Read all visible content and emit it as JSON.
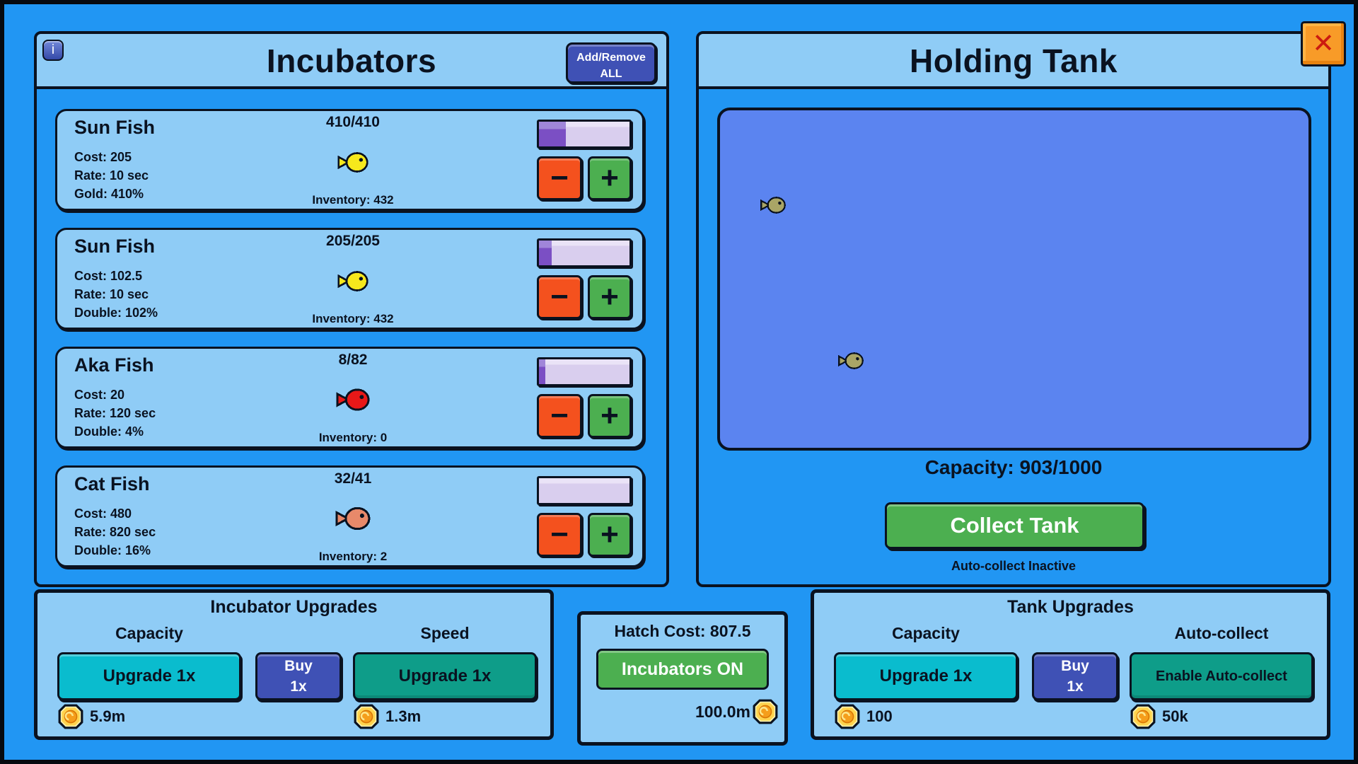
{
  "incubators_panel": {
    "title": "Incubators",
    "info_icon_label": "i",
    "add_remove_button": {
      "line1": "Add/Remove",
      "line2": "ALL"
    },
    "minus_label": "−",
    "plus_label": "+",
    "cards": [
      {
        "name": "Sun Fish",
        "fraction": "410/410",
        "stats": [
          "Cost: 205",
          "Rate: 10 sec",
          "Gold: 410%"
        ],
        "inventory": "Inventory: 432",
        "fish_icon": "yellow-sun-fish",
        "progress_pct": 30
      },
      {
        "name": "Sun Fish",
        "fraction": "205/205",
        "stats": [
          "Cost: 102.5",
          "Rate: 10 sec",
          "Double: 102%"
        ],
        "inventory": "Inventory: 432",
        "fish_icon": "yellow-sun-fish",
        "progress_pct": 14
      },
      {
        "name": "Aka Fish",
        "fraction": "8/82",
        "stats": [
          "Cost: 20",
          "Rate: 120 sec",
          "Double: 4%"
        ],
        "inventory": "Inventory: 0",
        "fish_icon": "red-aka-fish",
        "progress_pct": 7
      },
      {
        "name": "Cat Fish",
        "fraction": "32/41",
        "stats": [
          "Cost: 480",
          "Rate: 820 sec",
          "Double: 16%"
        ],
        "inventory": "Inventory: 2",
        "fish_icon": "salmon-cat-fish",
        "progress_pct": 0
      }
    ]
  },
  "incubator_upgrades": {
    "title": "Incubator Upgrades",
    "capacity_label": "Capacity",
    "speed_label": "Speed",
    "capacity_button": "Upgrade 1x",
    "buy_button_line1": "Buy",
    "buy_button_line2": "1x",
    "speed_button": "Upgrade 1x",
    "capacity_cost": "5.9m",
    "speed_cost": "1.3m"
  },
  "hatch_panel": {
    "cost_label": "Hatch Cost: 807.5",
    "toggle_button": "Incubators ON",
    "balance": "100.0m"
  },
  "holding_tank": {
    "title": "Holding Tank",
    "close_icon_label": "✕",
    "capacity_label": "Capacity: 903/1000",
    "collect_button": "Collect Tank",
    "autocollect_status": "Auto-collect Inactive",
    "fish_count_visible": 2
  },
  "tank_upgrades": {
    "title": "Tank Upgrades",
    "capacity_label": "Capacity",
    "autocollect_label": "Auto-collect",
    "capacity_button": "Upgrade 1x",
    "buy_button_line1": "Buy",
    "buy_button_line2": "1x",
    "autocollect_button": "Enable Auto-collect",
    "capacity_cost": "100",
    "autocollect_cost": "50k"
  },
  "colors": {
    "page_background": "#2196F3",
    "panel_light_blue": "#8FCCF6",
    "tank_water": "#5B84F0",
    "progress_fill": "#7B4FC4",
    "progress_track": "#D9CEEE",
    "minus_button": "#F4511E",
    "plus_button": "#4CAF50",
    "green_button": "#4CAF50",
    "cyan_button": "#0ABCCE",
    "teal_button": "#0E9D89",
    "indigo_button": "#3F51B5",
    "close_button_orange": "#F89B28",
    "close_x_red": "#CC1A10",
    "coin_gold": "#FFD34D",
    "sun_fish": "#F6E81C",
    "aka_fish": "#E81818",
    "cat_fish": "#E8896A",
    "tank_fish": "#A9A566"
  }
}
